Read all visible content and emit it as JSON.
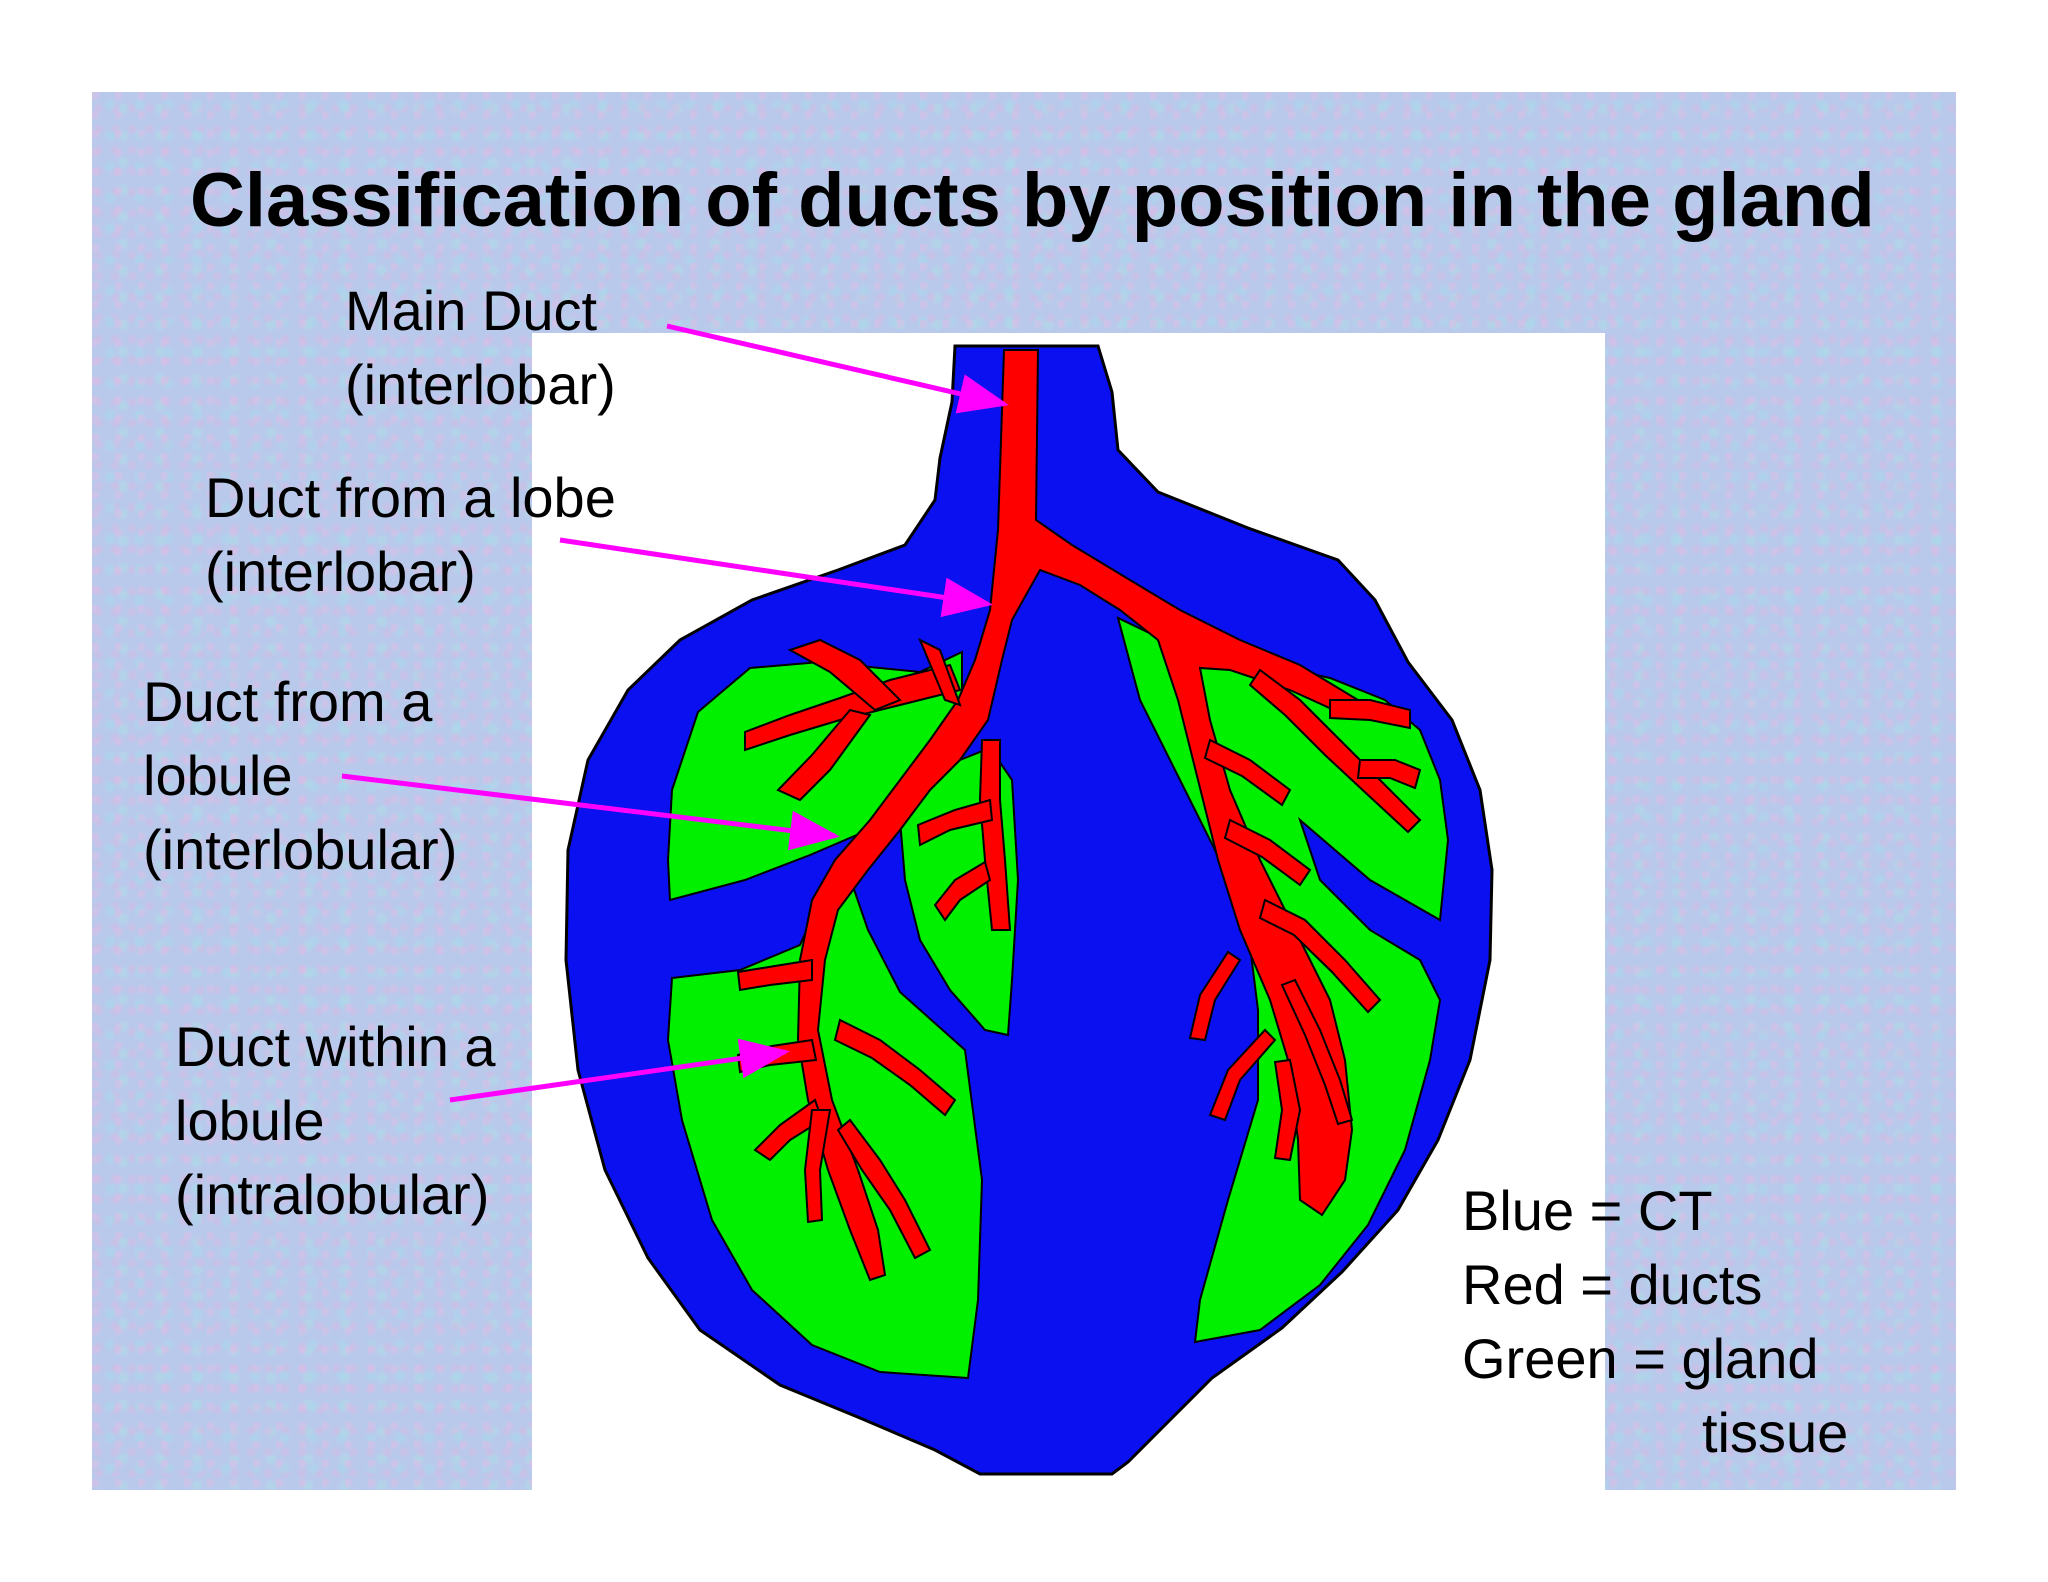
{
  "slide": {
    "title": "Classification of ducts by position in the gland"
  },
  "labels": {
    "main_duct": {
      "line1": "Main Duct",
      "line2": "(interlobar)"
    },
    "lobe_duct": {
      "line1": "Duct from a lobe",
      "line2": "(interlobar)"
    },
    "lobule_duct": {
      "line1": "Duct from a",
      "line2": "lobule",
      "line3": "(interlobular)"
    },
    "within_lobule_duct": {
      "line1": "Duct within a",
      "line2": "lobule",
      "line3": "(intralobular)"
    }
  },
  "legend": {
    "line1": "Blue = CT",
    "line2": "Red = ducts",
    "line3": "Green = gland",
    "line4": "tissue"
  },
  "colors": {
    "ct": "#0a10f0",
    "ducts": "#ff0000",
    "gland": "#00f000",
    "arrows": "#ff00ff"
  }
}
